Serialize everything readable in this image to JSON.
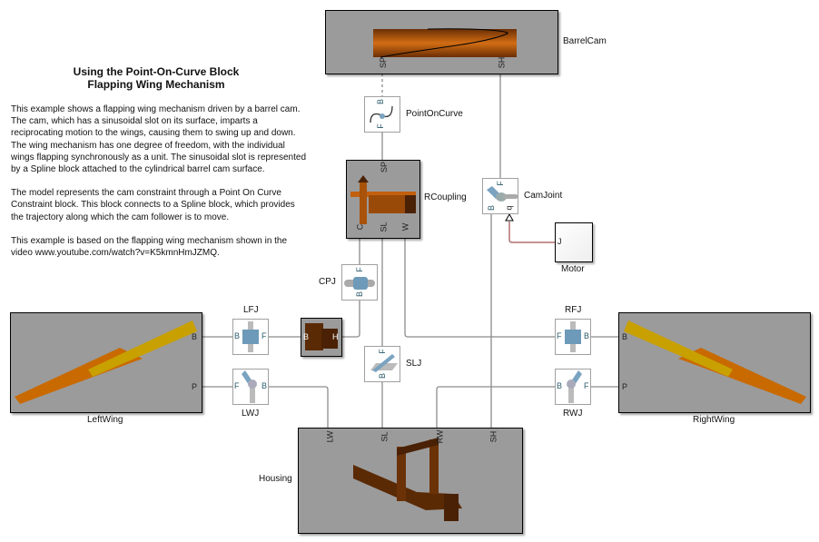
{
  "annotation": {
    "title_line1": "Using the Point-On-Curve Block",
    "title_line2": "Flapping Wing Mechanism",
    "paragraphs": [
      "This example shows a flapping wing mechanism driven by a barrel cam. The cam, which has a sinusoidal slot on its surface, imparts a reciprocating motion to the wings, causing them to swing up and down. The wing mechanism has one degree of freedom, with the individual wings flapping synchronously as a unit. The sinusoidal slot is represented by a Spline block attached to the cylindrical barrel cam surface.",
      "The model represents the cam constraint through a Point On Curve Constraint block. This block connects to a Spline block, which provides the trajectory along which the cam follower is to move.",
      "This example is based on the flapping wing mechanism shown in the video www.youtube.com/watch?v=K5kmnHmJZMQ."
    ]
  },
  "blocks": {
    "barrelcam": {
      "name": "BarrelCam",
      "ports": [
        "SP",
        "SH"
      ]
    },
    "pointoncurve": {
      "name": "PointOnCurve",
      "ports": [
        "B",
        "F"
      ]
    },
    "rcoupling": {
      "name": "RCoupling",
      "ports": [
        "SP",
        "C",
        "SL",
        "W"
      ]
    },
    "camjoint": {
      "name": "CamJoint",
      "ports": [
        "F",
        "B",
        "q"
      ]
    },
    "motor": {
      "name": "Motor",
      "ports": [
        "J"
      ]
    },
    "cpj": {
      "name": "CPJ",
      "ports": [
        "F",
        "B"
      ]
    },
    "leftwing": {
      "name": "LeftWing",
      "ports": [
        "B",
        "P"
      ]
    },
    "lfj": {
      "name": "LFJ",
      "ports": [
        "B",
        "F"
      ]
    },
    "lwj": {
      "name": "LWJ",
      "ports": [
        "F",
        "B"
      ]
    },
    "coupler": {
      "ports": [
        "B",
        "H"
      ]
    },
    "slj": {
      "name": "SLJ",
      "ports": [
        "F",
        "B"
      ]
    },
    "rfj": {
      "name": "RFJ",
      "ports": [
        "F",
        "B"
      ]
    },
    "rwj": {
      "name": "RWJ",
      "ports": [
        "B",
        "F"
      ]
    },
    "rightwing": {
      "name": "RightWing",
      "ports": [
        "B",
        "P"
      ]
    },
    "housing": {
      "name": "Housing",
      "ports": [
        "LW",
        "SL",
        "RW",
        "SH"
      ]
    }
  },
  "colors": {
    "wire": "#8c8c8c",
    "signal": "#b07070",
    "subsystem": "#9b9b9b",
    "bronze": "#b5520a",
    "wing": "#c8a000"
  }
}
